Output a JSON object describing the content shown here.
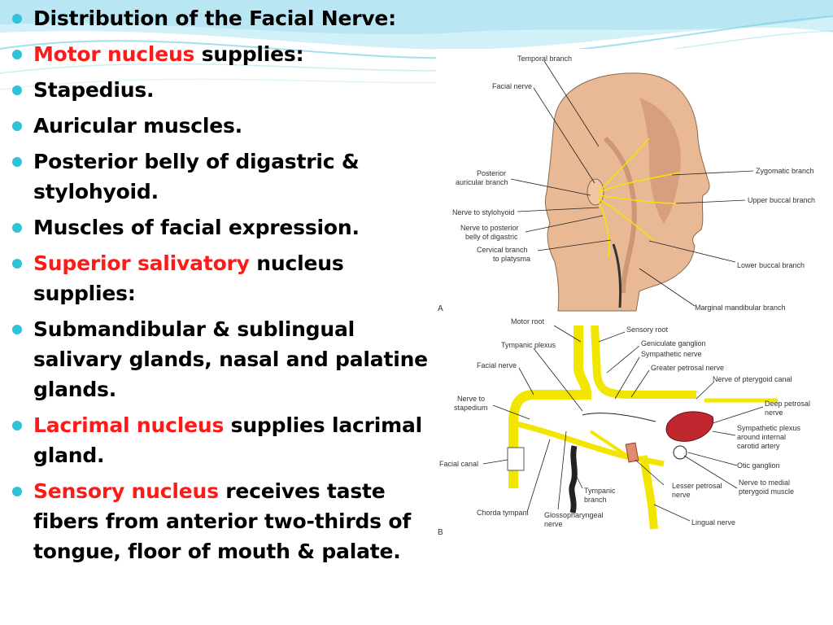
{
  "bullets": [
    {
      "red": "",
      "text": "Distribution of the Facial Nerve:"
    },
    {
      "red": "Motor nucleus",
      "text": " supplies:"
    },
    {
      "red": "",
      "text": "Stapedius."
    },
    {
      "red": "",
      "text": "Auricular muscles."
    },
    {
      "red": "",
      "text": "Posterior belly of digastric & stylohyoid."
    },
    {
      "red": "",
      "text": " Muscles of facial expression."
    },
    {
      "red": "Superior salivatory",
      "text": " nucleus supplies:"
    },
    {
      "red": "",
      "text": " Submandibular & sublingual salivary glands, nasal and palatine glands."
    },
    {
      "red": "Lacrimal nucleus",
      "text": " supplies lacrimal gland."
    },
    {
      "red": "Sensory nucleus",
      "text": " receives taste fibers from anterior two-thirds of tongue, floor of mouth & palate."
    }
  ],
  "figure_a": {
    "panel_letter": "A",
    "labels": {
      "temporal": "Temporal branch",
      "facial": "Facial nerve",
      "post_aur_1": "Posterior",
      "post_aur_2": "auricular branch",
      "stylohyoid": "Nerve to stylohyoid",
      "dig_1": "Nerve to posterior",
      "dig_2": "belly of digastric",
      "cerv_1": "Cervical branch",
      "cerv_2": "to platysma",
      "zygomatic": "Zygomatic branch",
      "upper_buccal": "Upper buccal branch",
      "lower_buccal": "Lower buccal branch",
      "marginal": "Marginal mandibular branch"
    }
  },
  "figure_b": {
    "panel_letter": "B",
    "labels": {
      "motor_root": "Motor root",
      "sensory_root": "Sensory root",
      "tympanic_plexus": "Tympanic plexus",
      "geniculate": "Geniculate ganglion",
      "sympathetic": "Sympathetic nerve",
      "facial": "Facial nerve",
      "greater_petrosal": "Greater petrosal nerve",
      "pterygoid_canal": "Nerve of pterygoid canal",
      "stapedium_1": "Nerve to",
      "stapedium_2": "stapedium",
      "deep_petrosal_1": "Deep petrosal",
      "deep_petrosal_2": "nerve",
      "sym_plexus_1": "Sympathetic plexus",
      "sym_plexus_2": "around internal",
      "sym_plexus_3": "carotid artery",
      "facial_canal": "Facial canal",
      "otic": "Otic ganglion",
      "lesser_petrosal_1": "Lesser petrosal",
      "lesser_petrosal_2": "nerve",
      "tympanic_branch_1": "Tympanic",
      "tympanic_branch_2": "branch",
      "medial_pterygoid_1": "Nerve to medial",
      "medial_pterygoid_2": "pterygoid muscle",
      "chorda": "Chorda tympani",
      "glosso_1": "Glossopharyngeal",
      "glosso_2": "nerve",
      "lingual": "Lingual nerve"
    }
  },
  "colors": {
    "bullet": "#2ec3d6",
    "highlight": "#ff1a1a",
    "nerve": "#f2e600",
    "skin": "#e8b994"
  }
}
